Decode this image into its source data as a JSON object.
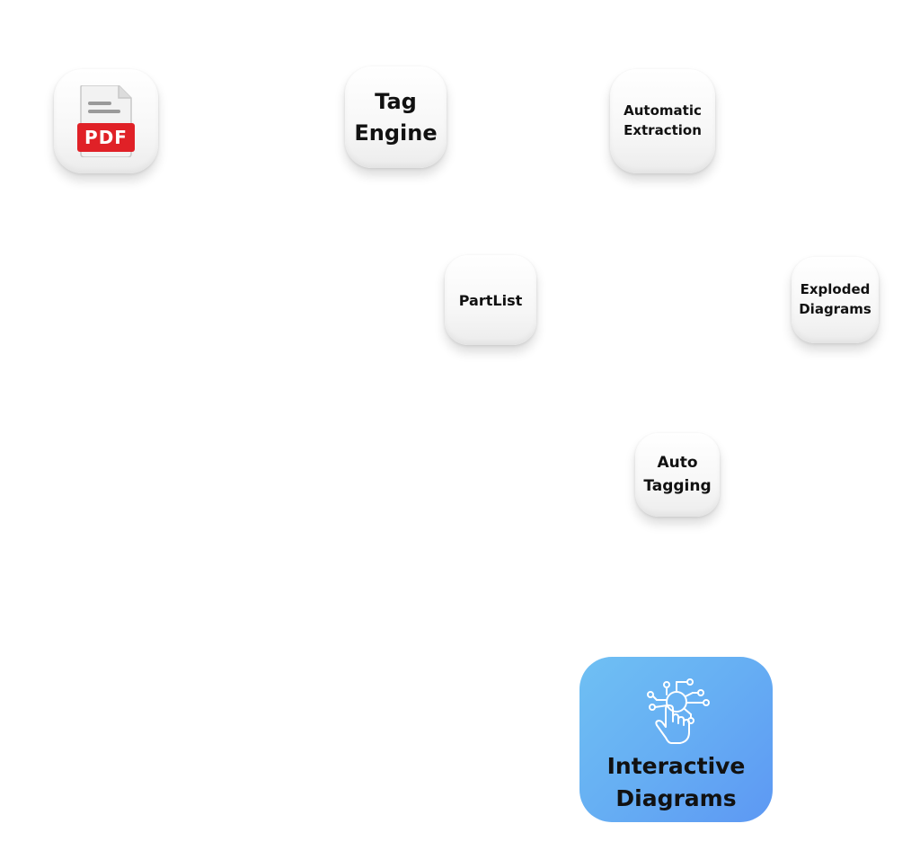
{
  "nodes": {
    "pdf": {
      "label": "PDF",
      "icon": "pdf-file-icon"
    },
    "tag_engine": {
      "line1": "Tag",
      "line2": "Engine"
    },
    "automatic_extraction": {
      "line1": "Automatic",
      "line2": "Extraction"
    },
    "partlist": {
      "label": "PartList"
    },
    "exploded_diagrams": {
      "line1": "Exploded",
      "line2": "Diagrams"
    },
    "auto_tagging": {
      "line1": "Auto",
      "line2": "Tagging"
    },
    "interactive_diagrams": {
      "line1": "Interactive",
      "line2": "Diagrams",
      "icon": "touch-network-icon"
    }
  },
  "colors": {
    "pdf_red": "#e02127",
    "highlight_blue_start": "#6fc0f3",
    "highlight_blue_end": "#5d98f3",
    "text": "#111111"
  }
}
